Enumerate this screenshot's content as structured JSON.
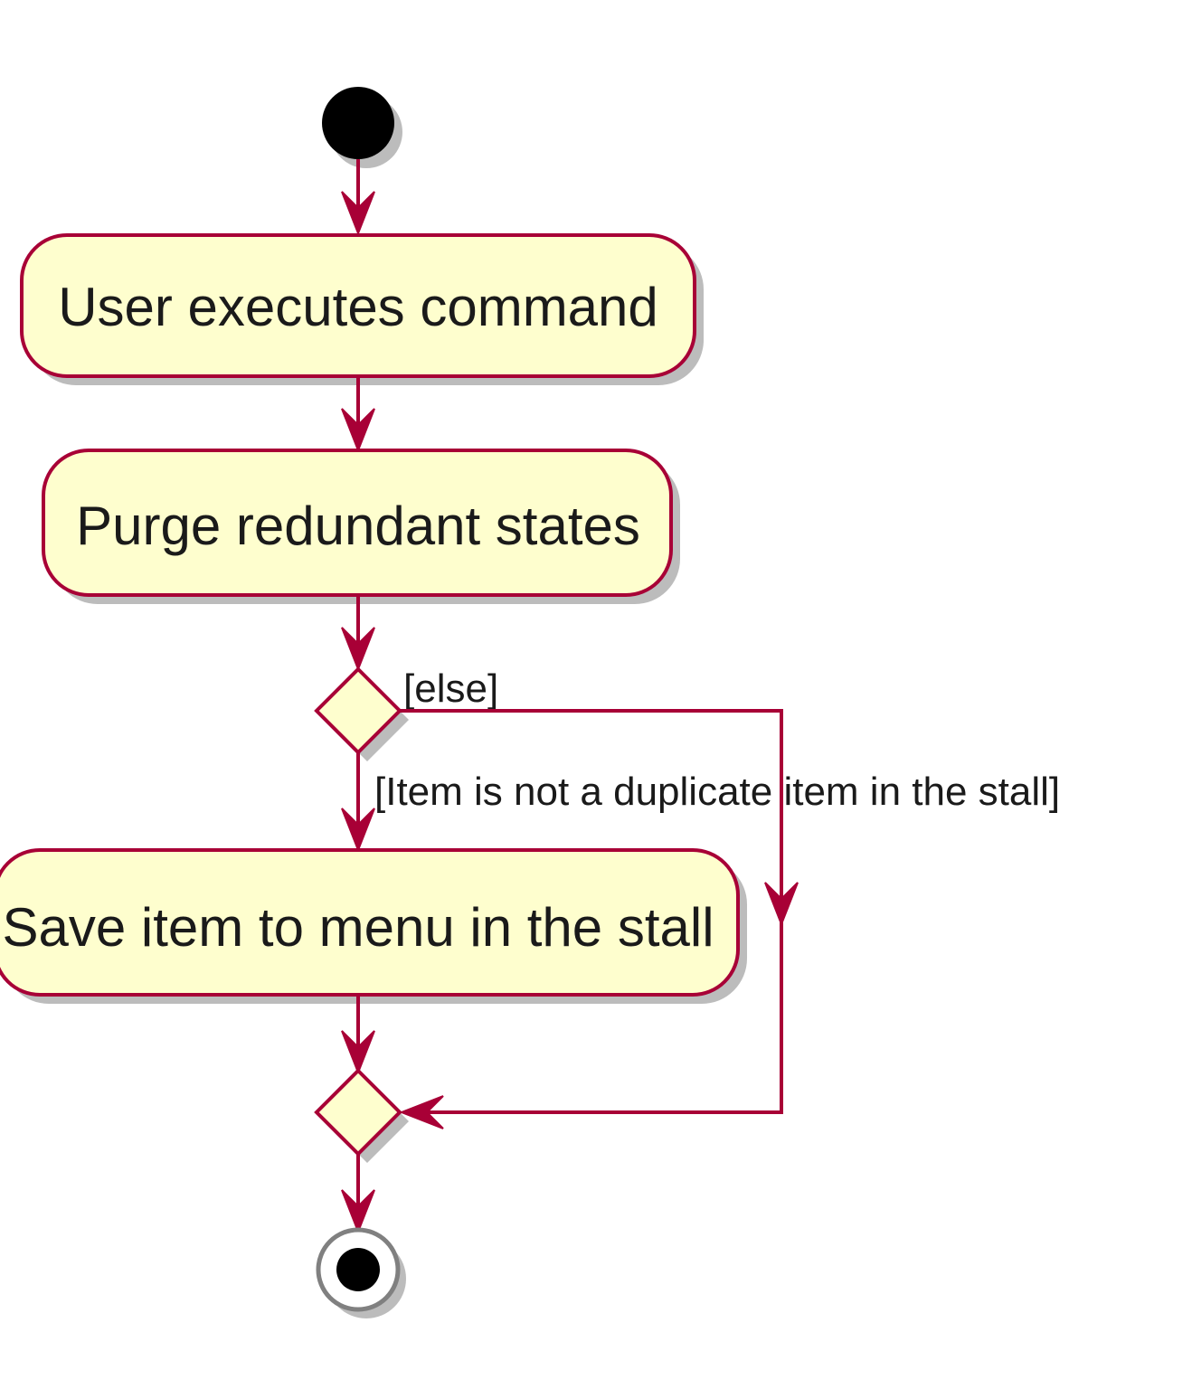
{
  "diagram": {
    "type": "activity",
    "colors": {
      "node_fill": "#fefece",
      "border": "#a80036",
      "start_fill": "#000000",
      "end_ring": "#808080",
      "background": "#ffffff"
    },
    "nodes": {
      "start": {
        "kind": "initial"
      },
      "action_execute": {
        "kind": "action",
        "label": "User executes command"
      },
      "action_purge": {
        "kind": "action",
        "label": "Purge redundant states"
      },
      "decision": {
        "kind": "decision"
      },
      "action_save": {
        "kind": "action",
        "label": "Save item to menu in the stall"
      },
      "merge": {
        "kind": "merge"
      },
      "end": {
        "kind": "final"
      }
    },
    "guards": {
      "else": "[else]",
      "not_duplicate": "[Item is not a duplicate item in the stall]"
    },
    "edges": [
      {
        "from": "start",
        "to": "action_execute"
      },
      {
        "from": "action_execute",
        "to": "action_purge"
      },
      {
        "from": "action_purge",
        "to": "decision"
      },
      {
        "from": "decision",
        "to": "action_save",
        "guard": "[Item is not a duplicate item in the stall]"
      },
      {
        "from": "decision",
        "to": "merge",
        "guard": "[else]"
      },
      {
        "from": "action_save",
        "to": "merge"
      },
      {
        "from": "merge",
        "to": "end"
      }
    ]
  }
}
